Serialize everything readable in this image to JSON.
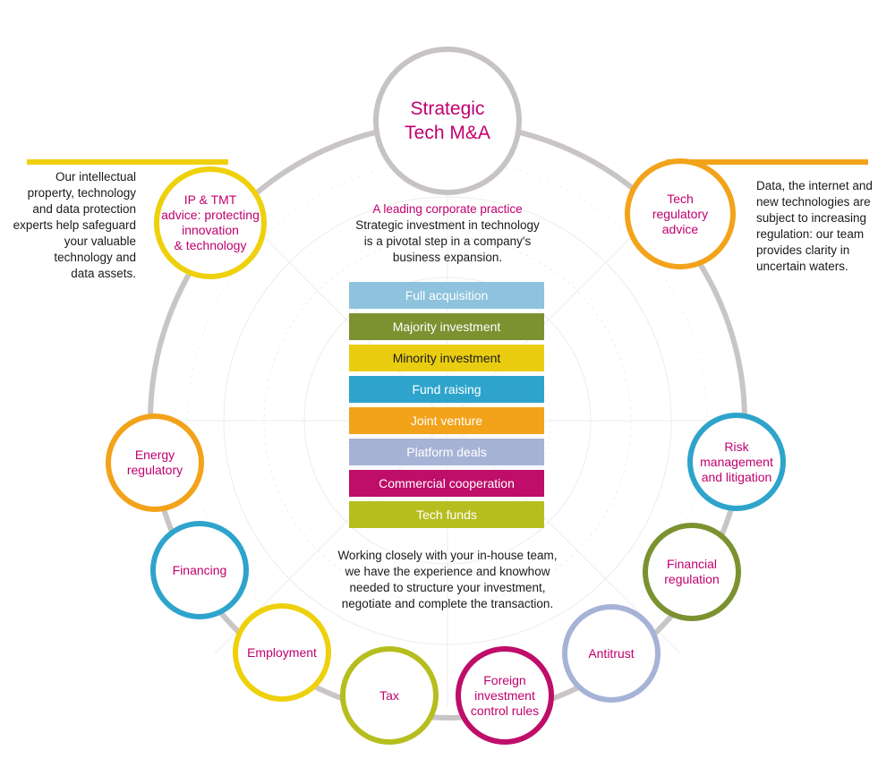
{
  "hub": {
    "label": "Strategic\nTech M&A",
    "color": "#c7c3c4"
  },
  "intro": {
    "heading": "A leading corporate practice",
    "text": "Strategic investment in technology\nis a pivotal step in a company's\nbusiness expansion."
  },
  "bars": [
    {
      "label": "Full acquisition",
      "color": "#8ec2dd",
      "text_color": "#ffffff"
    },
    {
      "label": "Majority investment",
      "color": "#7c9130",
      "text_color": "#ffffff"
    },
    {
      "label": "Minority investment",
      "color": "#eacd10",
      "text_color": "#1a1a1a"
    },
    {
      "label": "Fund raising",
      "color": "#2ea4cc",
      "text_color": "#ffffff"
    },
    {
      "label": "Joint venture",
      "color": "#f2a31a",
      "text_color": "#ffffff"
    },
    {
      "label": "Platform deals",
      "color": "#a6b3d6",
      "text_color": "#ffffff"
    },
    {
      "label": "Commercial cooperation",
      "color": "#be0e6a",
      "text_color": "#ffffff"
    },
    {
      "label": "Tech funds",
      "color": "#b6be1e",
      "text_color": "#ffffff"
    }
  ],
  "outro": {
    "text": "Working closely with your in-house team,\nwe have the experience and knowhow\nneeded to structure your investment,\nnegotiate and complete the transaction."
  },
  "nodes": [
    {
      "id": "ip-tmt",
      "label": "IP & TMT\nadvice: protecting\ninnovation\n& technology",
      "color": "#eed10c"
    },
    {
      "id": "tech-regulatory",
      "label": "Tech\nregulatory\nadvice",
      "color": "#f2a31a"
    },
    {
      "id": "risk-management",
      "label": "Risk\nmanagement\nand litigation",
      "color": "#2ea4cc"
    },
    {
      "id": "financial-regulation",
      "label": "Financial\nregulation",
      "color": "#7c9130"
    },
    {
      "id": "antitrust",
      "label": "Antitrust",
      "color": "#a6b3d6"
    },
    {
      "id": "foreign-investment",
      "label": "Foreign\ninvestment\ncontrol rules",
      "color": "#be0e6a"
    },
    {
      "id": "tax",
      "label": "Tax",
      "color": "#b6be1e"
    },
    {
      "id": "employment",
      "label": "Employment",
      "color": "#eed10c"
    },
    {
      "id": "financing",
      "label": "Financing",
      "color": "#2ea4cc"
    },
    {
      "id": "energy-regulatory",
      "label": "Energy\nregulatory",
      "color": "#f2a31a"
    }
  ],
  "left_note": "Our intellectual\nproperty, technology\nand data protection\nexperts help safeguard\nyour valuable\ntechnology and\ndata assets.",
  "right_note": "Data, the internet and\nnew technologies are\nsubject to increasing\nregulation: our team\nprovides clarity in\nuncertain waters.",
  "colors": {
    "ring": "#c9c5c6",
    "label": "#c0006e",
    "left_line": "#eed10c",
    "right_line": "#f2a31a"
  }
}
